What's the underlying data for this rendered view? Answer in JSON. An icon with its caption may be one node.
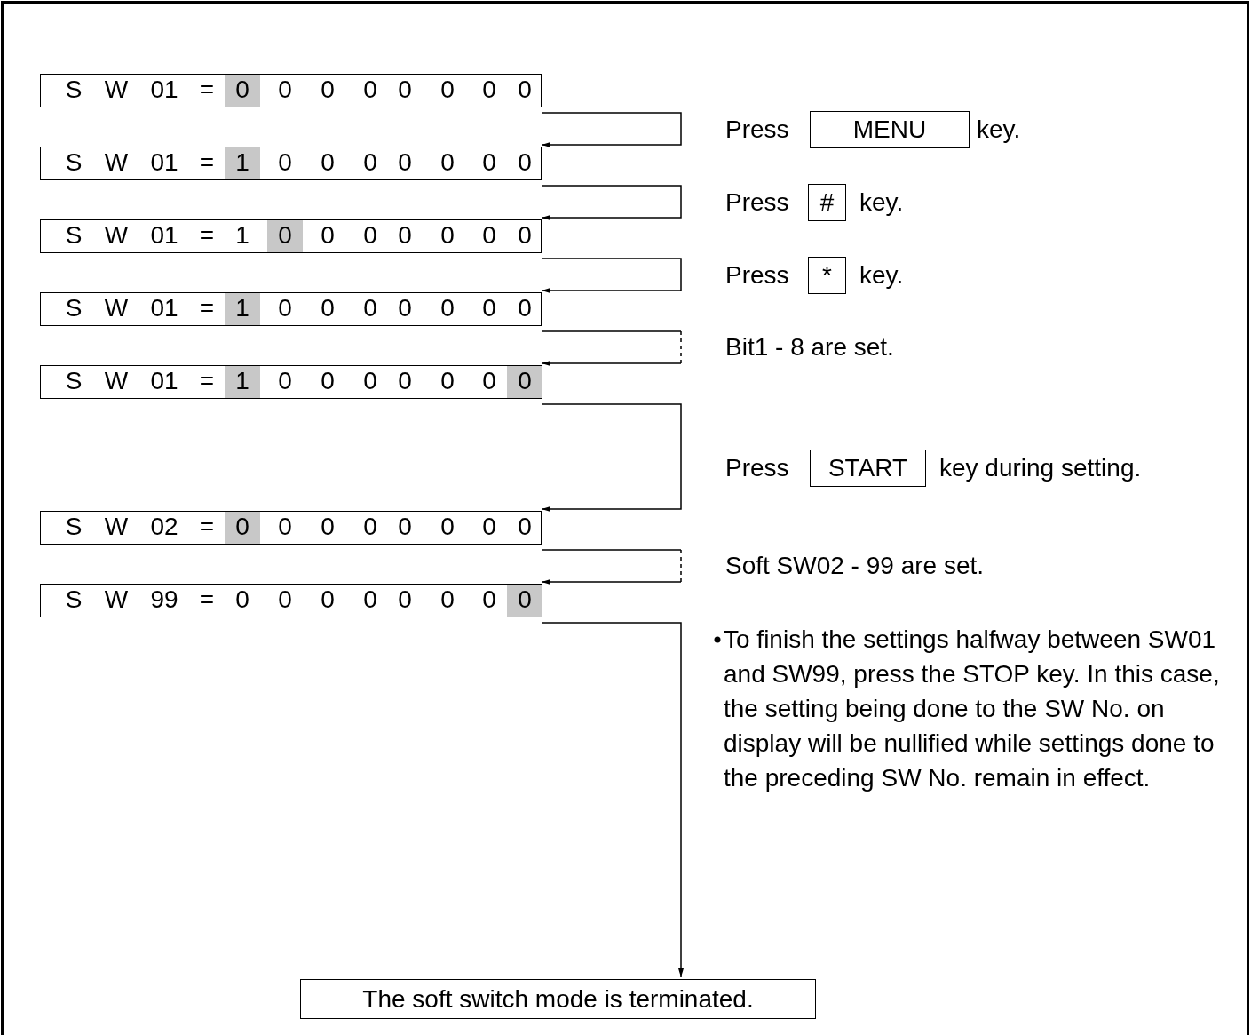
{
  "diagram": {
    "nodes": [
      {
        "text": [
          "S W 01 = 0 0 0 0 0 0 0 0"
        ]
      },
      {
        "text": [
          "S W 01 = 1 0 0 0 0 0 0 0"
        ]
      },
      {
        "text": [
          "S W 01 = 1 0 0 0 0 0 0 0"
        ]
      },
      {
        "text": [
          "S W 01 = 1 0 0 0 0 0 0 0"
        ]
      },
      {
        "text": [
          "S W 01 = 1 0 0 0 0 0 0 0"
        ]
      },
      {
        "text": [
          "S W 02 = 0 0 0 0 0 0 0 0"
        ]
      },
      {
        "text": [
          "S W 99 = 0 0 0 0 0 0 0 0"
        ]
      },
      {
        "text": [
          "The soft switch mode is terminated."
        ]
      },
      {
        "text": [
          "MENU"
        ]
      },
      {
        "text": [
          "#"
        ]
      },
      {
        "text": [
          "*"
        ]
      },
      {
        "text": [
          "START"
        ]
      }
    ],
    "edges": [
      {
        "from": 0,
        "to": 1,
        "arrow": "to"
      },
      {
        "from": 1,
        "to": 2,
        "arrow": "to"
      },
      {
        "from": 2,
        "to": 3,
        "arrow": "to"
      },
      {
        "from": 3,
        "to": 4,
        "arrow": "to",
        "style": "dashed"
      },
      {
        "from": 4,
        "to": 5,
        "arrow": "to"
      },
      {
        "from": 5,
        "to": 6,
        "arrow": "to",
        "style": "dashed"
      },
      {
        "from": 6,
        "to": 7,
        "arrow": "to"
      }
    ],
    "labels": [
      "Press",
      "key.",
      "Press",
      "key.",
      "Press",
      "key.",
      "Bit1 - 8 are set.",
      "Press",
      "key during setting.",
      "Soft SW02 - 99 are set.",
      "To finish the settings halfway between SW01 and SW99, press the STOP key. In this case, the setting being done to the SW No. on display will be nullified while settings done to the preceding SW No. remain in effect."
    ]
  }
}
